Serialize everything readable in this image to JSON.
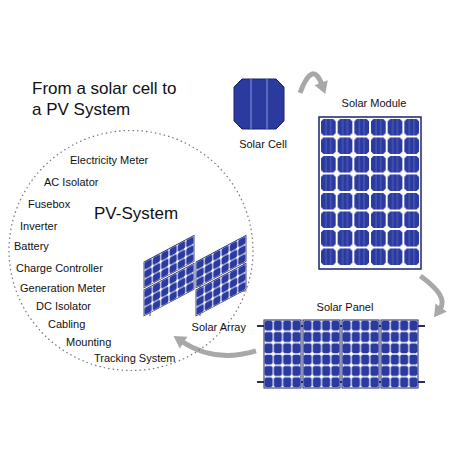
{
  "diagram": {
    "title": "From a solar cell to a PV System",
    "nodes": [
      {
        "text": [
          "Solar Cell"
        ]
      },
      {
        "text": [
          "Solar Module"
        ]
      },
      {
        "text": [
          "Solar Panel"
        ]
      },
      {
        "text": [
          "PV-System",
          "Electricity Meter",
          "AC Isolator",
          "Fusebox",
          "Inverter",
          "Battery",
          "Charge Controller",
          "Generation Meter",
          "DC Isolator",
          "Cabling",
          "Mounting",
          "Tracking System"
        ]
      },
      {
        "text": [
          "Solar Array"
        ],
        "in": 3
      }
    ],
    "edges": [
      {
        "from": 0,
        "to": 1,
        "arrow": "to"
      },
      {
        "from": 1,
        "to": 2,
        "arrow": "to"
      },
      {
        "from": 2,
        "to": 4,
        "arrow": "to"
      }
    ]
  }
}
